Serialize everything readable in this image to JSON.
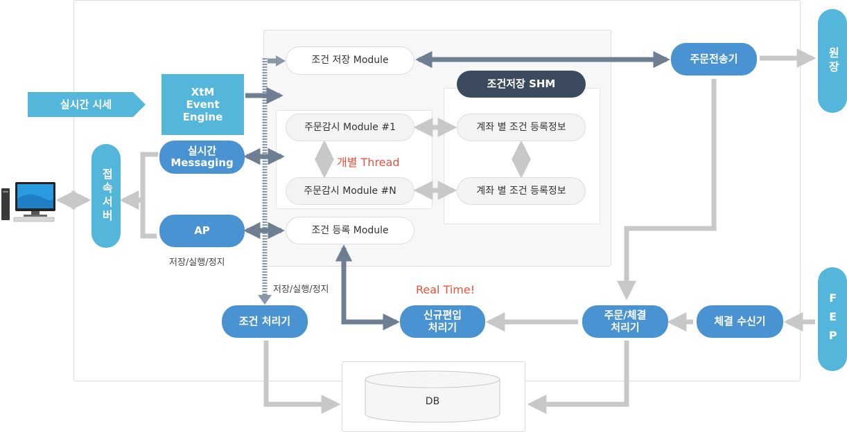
{
  "diagram": {
    "realtime_quotes": "실시간 시세",
    "xtm_engine": "XtM\nEvent\nEngine",
    "connection_server": "접속서버",
    "rt_messaging": "실시간\nMessaging",
    "ap": "AP",
    "ap_caption": "저장/실행/정지",
    "condition_save_module": "조건 저장 Module",
    "order_watch_1": "주문감시 Module #1",
    "order_watch_n": "주문감시 Module #N",
    "individual_thread": "개별 Thread",
    "condition_register_module": "조건 등록 Module",
    "shm_title": "조건저장 SHM",
    "account_info_1": "계좌 별 조건 등록정보",
    "account_info_2": "계좌 별 조건 등록정보",
    "order_sender": "주문전송기",
    "remote": "원장",
    "fep": "FEP",
    "fill_receiver": "체결 수신기",
    "order_fill_processor": "주문/체결\n처리기",
    "new_insert_processor": "신규편입\n처리기",
    "real_time": "Real Time!",
    "condition_processor": "조건 처리기",
    "dashed_caption": "저장/실행/정지",
    "db": "DB"
  },
  "colors": {
    "blue": "#4a93d2",
    "teal": "#54b6da",
    "dark": "#3b4a5c",
    "arrow_gray": "#c8c8c8",
    "arrow_dark": "#6f7f93",
    "accent_red": "#e8503a"
  }
}
